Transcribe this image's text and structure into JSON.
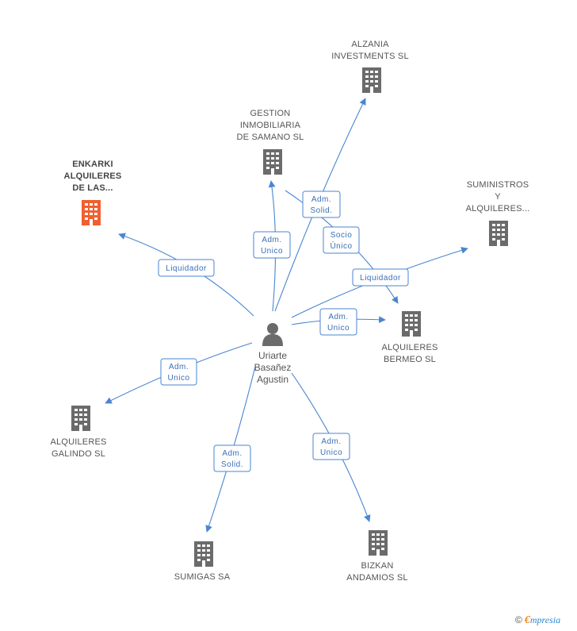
{
  "colors": {
    "accent": "#4a86d0",
    "building": "#6b6b6b",
    "highlight": "#f06030",
    "text": "#555555"
  },
  "center": {
    "lines": [
      "Uriarte",
      "Basañez",
      "Agustin"
    ],
    "icon": "person-icon"
  },
  "nodes": [
    {
      "id": "enkarki",
      "lines": [
        "ENKARKI",
        "ALQUILERES",
        "DE LAS..."
      ],
      "highlight": true,
      "icon": "building-icon"
    },
    {
      "id": "gestion",
      "lines": [
        "GESTION",
        "INMOBILIARIA",
        "DE SAMANO SL"
      ],
      "highlight": false,
      "icon": "building-icon"
    },
    {
      "id": "alzania",
      "lines": [
        "ALZANIA",
        "INVESTMENTS SL"
      ],
      "highlight": false,
      "icon": "building-icon"
    },
    {
      "id": "suministros",
      "lines": [
        "SUMINISTROS",
        "Y",
        "ALQUILERES..."
      ],
      "highlight": false,
      "icon": "building-icon"
    },
    {
      "id": "bermeo",
      "lines": [
        "ALQUILERES",
        "BERMEO SL"
      ],
      "highlight": false,
      "icon": "building-icon"
    },
    {
      "id": "galindo",
      "lines": [
        "ALQUILERES",
        "GALINDO SL"
      ],
      "highlight": false,
      "icon": "building-icon"
    },
    {
      "id": "sumigas",
      "lines": [
        "SUMIGAS SA"
      ],
      "highlight": false,
      "icon": "building-icon"
    },
    {
      "id": "bizkan",
      "lines": [
        "BIZKAN",
        "ANDAMIOS SL"
      ],
      "highlight": false,
      "icon": "building-icon"
    }
  ],
  "edges": [
    {
      "id": "e-enkarki",
      "lines": [
        "Liquidador"
      ]
    },
    {
      "id": "e-gestion",
      "lines": [
        "Adm.",
        "Unico"
      ]
    },
    {
      "id": "e-alzania",
      "lines": [
        "Adm.",
        "Solid."
      ]
    },
    {
      "id": "e-bermeo-socio",
      "lines": [
        "Socio",
        "Único"
      ]
    },
    {
      "id": "e-suministros",
      "lines": [
        "Liquidador"
      ]
    },
    {
      "id": "e-bermeo",
      "lines": [
        "Adm.",
        "Unico"
      ]
    },
    {
      "id": "e-galindo",
      "lines": [
        "Adm.",
        "Unico"
      ]
    },
    {
      "id": "e-sumigas",
      "lines": [
        "Adm.",
        "Solid."
      ]
    },
    {
      "id": "e-bizkan",
      "lines": [
        "Adm.",
        "Unico"
      ]
    }
  ],
  "footer": {
    "copyright": "©",
    "brand_first": "€",
    "brand_rest": "mpresia"
  }
}
